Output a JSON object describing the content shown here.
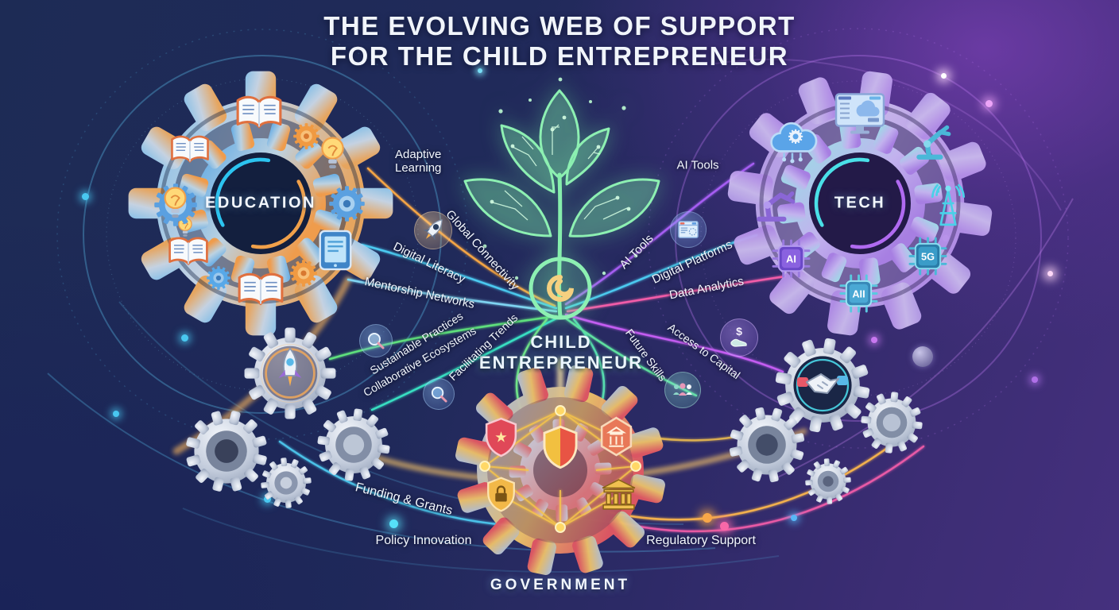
{
  "title": {
    "line1": "THE EVOLVING WEB OF SUPPORT",
    "line2": "FOR THE CHILD ENTREPRENEUR"
  },
  "center": {
    "label": "CHILD ENTREPRENEUR"
  },
  "hubs": {
    "education": {
      "label": "EDUCATION"
    },
    "tech": {
      "label": "TECH",
      "chips": {
        "ai": "AI",
        "aii": "AII",
        "fiveg": "5G"
      }
    },
    "government": {
      "label": "GOVERNMENT"
    }
  },
  "labels": {
    "adaptive_learning": "Adaptive Learning",
    "global_connectivity": "Global Connectivity",
    "digital_literacy": "Digital Literacy",
    "mentorship_networks": "Mentorship Networks",
    "sustainable_practices": "Sustainable Practices",
    "collaborative_ecosystems": "Collaborative Ecosystems",
    "facilitating_trends": "Facilitating Trends",
    "ai_tools": "AI Tools",
    "ai_tools_curved": "AI Tools",
    "digital_platforms": "Digital Platforms",
    "data_analytics": "Data Analytics",
    "access_to_capital": "Access to Capital",
    "future_skills": "Future Skills",
    "funding_grants": "Funding & Grants",
    "policy_innovation": "Policy Innovation",
    "regulatory_support": "Regulatory Support"
  },
  "icons": {
    "education": [
      "open-book-icon",
      "lightbulb-icon",
      "gear-icon",
      "tablet-icon"
    ],
    "tech": [
      "monitor-icon",
      "cloud-gear-icon",
      "robot-arm-icon",
      "antenna-icon",
      "ai-chip-icon",
      "aii-chip-icon",
      "5g-chip-icon"
    ],
    "government": [
      "star-shield-icon",
      "split-shield-icon",
      "lock-shield-icon",
      "hex-bank-icon",
      "bank-icon"
    ],
    "connectors": [
      "rocket-icon",
      "magnifier-icon",
      "browser-icon",
      "dollar-hand-icon",
      "people-icon",
      "handshake-icon"
    ],
    "center": [
      "circuit-plant-icon"
    ]
  },
  "colors": {
    "background_navy": "#1d2b55",
    "background_purple": "#45307e",
    "education_blue": "#7db9e8",
    "education_orange": "#f0a45a",
    "tech_purple": "#a98ae8",
    "tech_cyan": "#7fd9e8",
    "government_red": "#e05a66",
    "government_yellow": "#f2c14e",
    "plant_green": "#7cf0a8",
    "line_orange": "#f5a545",
    "line_cyan": "#4cc9f0",
    "line_green": "#5ee07d",
    "line_teal": "#38dfc2",
    "line_purple": "#a55df2",
    "line_magenta": "#f25ca8"
  }
}
